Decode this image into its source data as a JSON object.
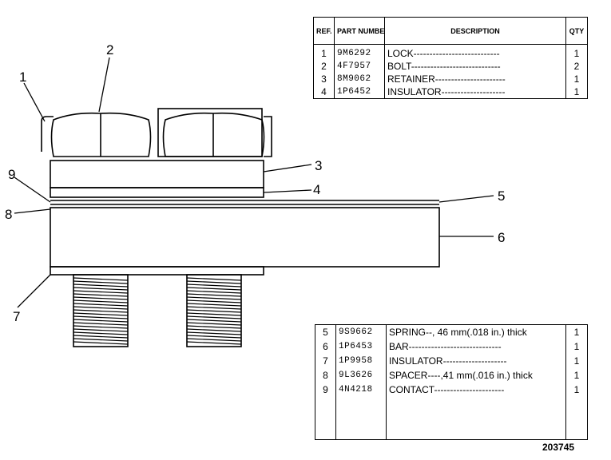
{
  "table_top": {
    "headers": {
      "ref": "REF. NO.",
      "part": "PART NUMBER",
      "desc": "DESCRIPTION",
      "qty": "QTY"
    },
    "rows": [
      {
        "ref": "1",
        "part": "9M6292",
        "desc": "LOCK---------------------------",
        "qty": "1"
      },
      {
        "ref": "2",
        "part": "4F7957",
        "desc": "BOLT----------------------------",
        "qty": "2"
      },
      {
        "ref": "3",
        "part": "8M9062",
        "desc": "RETAINER----------------------",
        "qty": "1"
      },
      {
        "ref": "4",
        "part": "1P6452",
        "desc": "INSULATOR--------------------",
        "qty": "1"
      }
    ]
  },
  "table_bottom": {
    "rows": [
      {
        "ref": "5",
        "part": "9S9662",
        "desc": "SPRING--, 46 mm(.018 in.) thick",
        "qty": "1"
      },
      {
        "ref": "6",
        "part": "1P6453",
        "desc": "BAR-----------------------------",
        "qty": "1"
      },
      {
        "ref": "7",
        "part": "1P9958",
        "desc": "INSULATOR--------------------",
        "qty": "1"
      },
      {
        "ref": "8",
        "part": "9L3626",
        "desc": "SPACER----,41 mm(.016 in.) thick",
        "qty": "1"
      },
      {
        "ref": "9",
        "part": "4N4218",
        "desc": "CONTACT----------------------",
        "qty": "1"
      }
    ]
  },
  "callouts": [
    "1",
    "2",
    "3",
    "4",
    "5",
    "6",
    "7",
    "8",
    "9"
  ],
  "figure_number": "203745"
}
